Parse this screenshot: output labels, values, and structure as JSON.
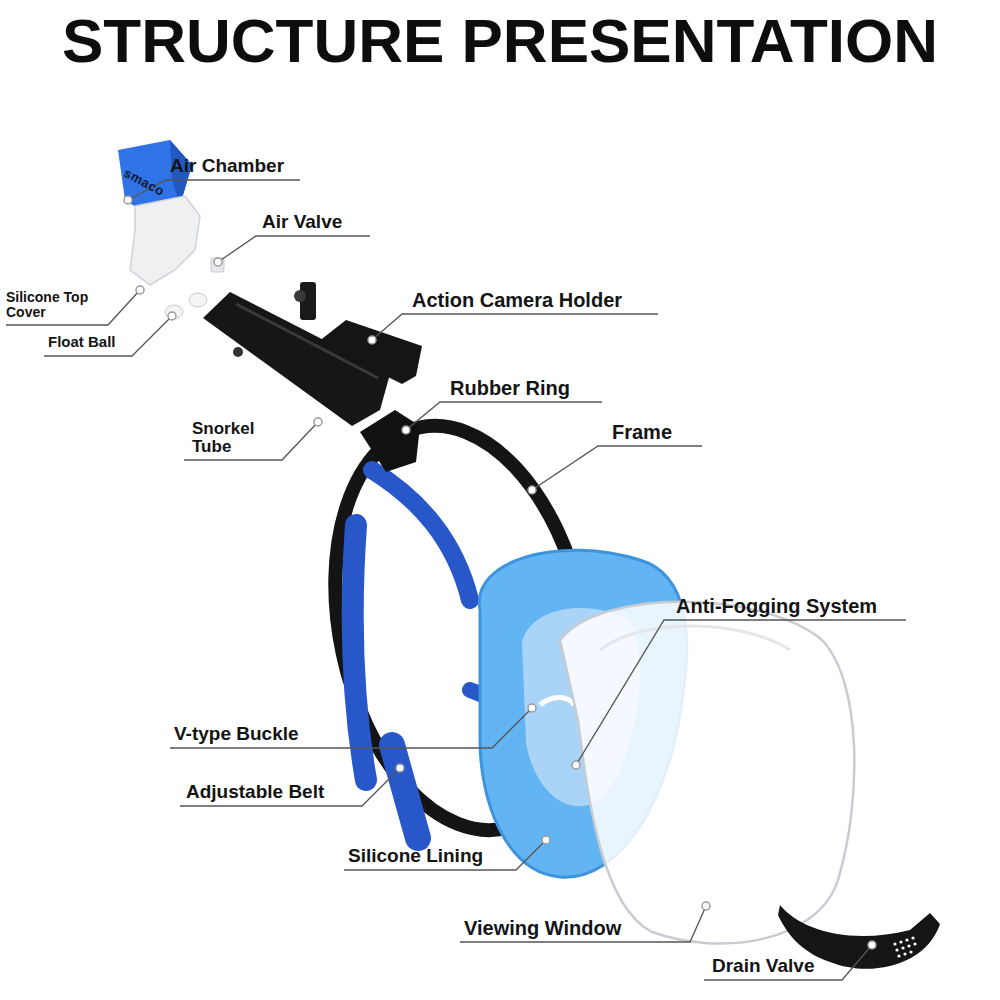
{
  "diagram": {
    "title": "STRUCTURE PRESENTATION",
    "labels": [
      "Air Chamber",
      "Air Valve",
      "Silicone Top Cover",
      "Float Ball",
      "Action Camera Holder",
      "Rubber Ring",
      "Snorkel Tube",
      "Frame",
      "Anti-Fogging System",
      "V-type Buckle",
      "Adjustable Belt",
      "Silicone Lining",
      "Viewing Window",
      "Drain Valve",
      "smaco"
    ]
  }
}
